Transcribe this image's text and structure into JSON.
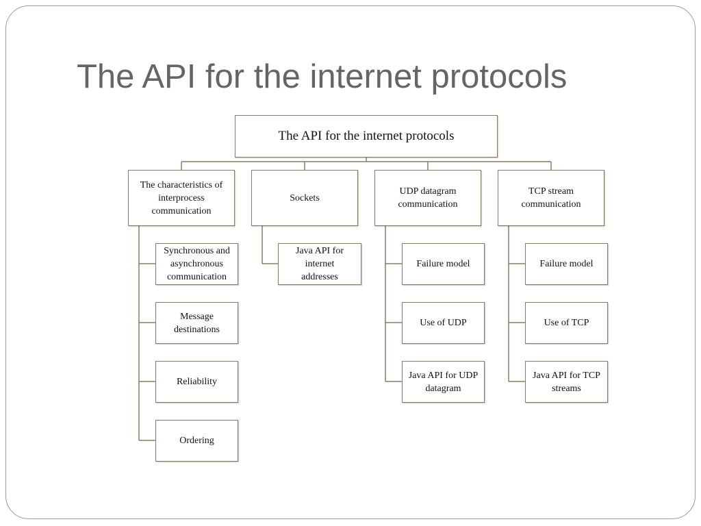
{
  "slide": {
    "title": "The API for the internet protocols"
  },
  "diagram": {
    "root": "The API for the internet protocols",
    "branches": [
      {
        "label": "The characteristics of interprocess communication",
        "children": [
          "Synchronous and asynchronous communication",
          "Message destinations",
          "Reliability",
          "Ordering"
        ]
      },
      {
        "label": "Sockets",
        "children": [
          "Java API for internet addresses"
        ]
      },
      {
        "label": "UDP datagram communication",
        "children": [
          "Failure model",
          "Use of UDP",
          "Java API for UDP datagram"
        ]
      },
      {
        "label": "TCP stream communication",
        "children": [
          "Failure model",
          "Use of TCP",
          "Java API for TCP streams"
        ]
      }
    ]
  },
  "colors": {
    "connector": "#8a7a62",
    "title_text": "#656565"
  }
}
